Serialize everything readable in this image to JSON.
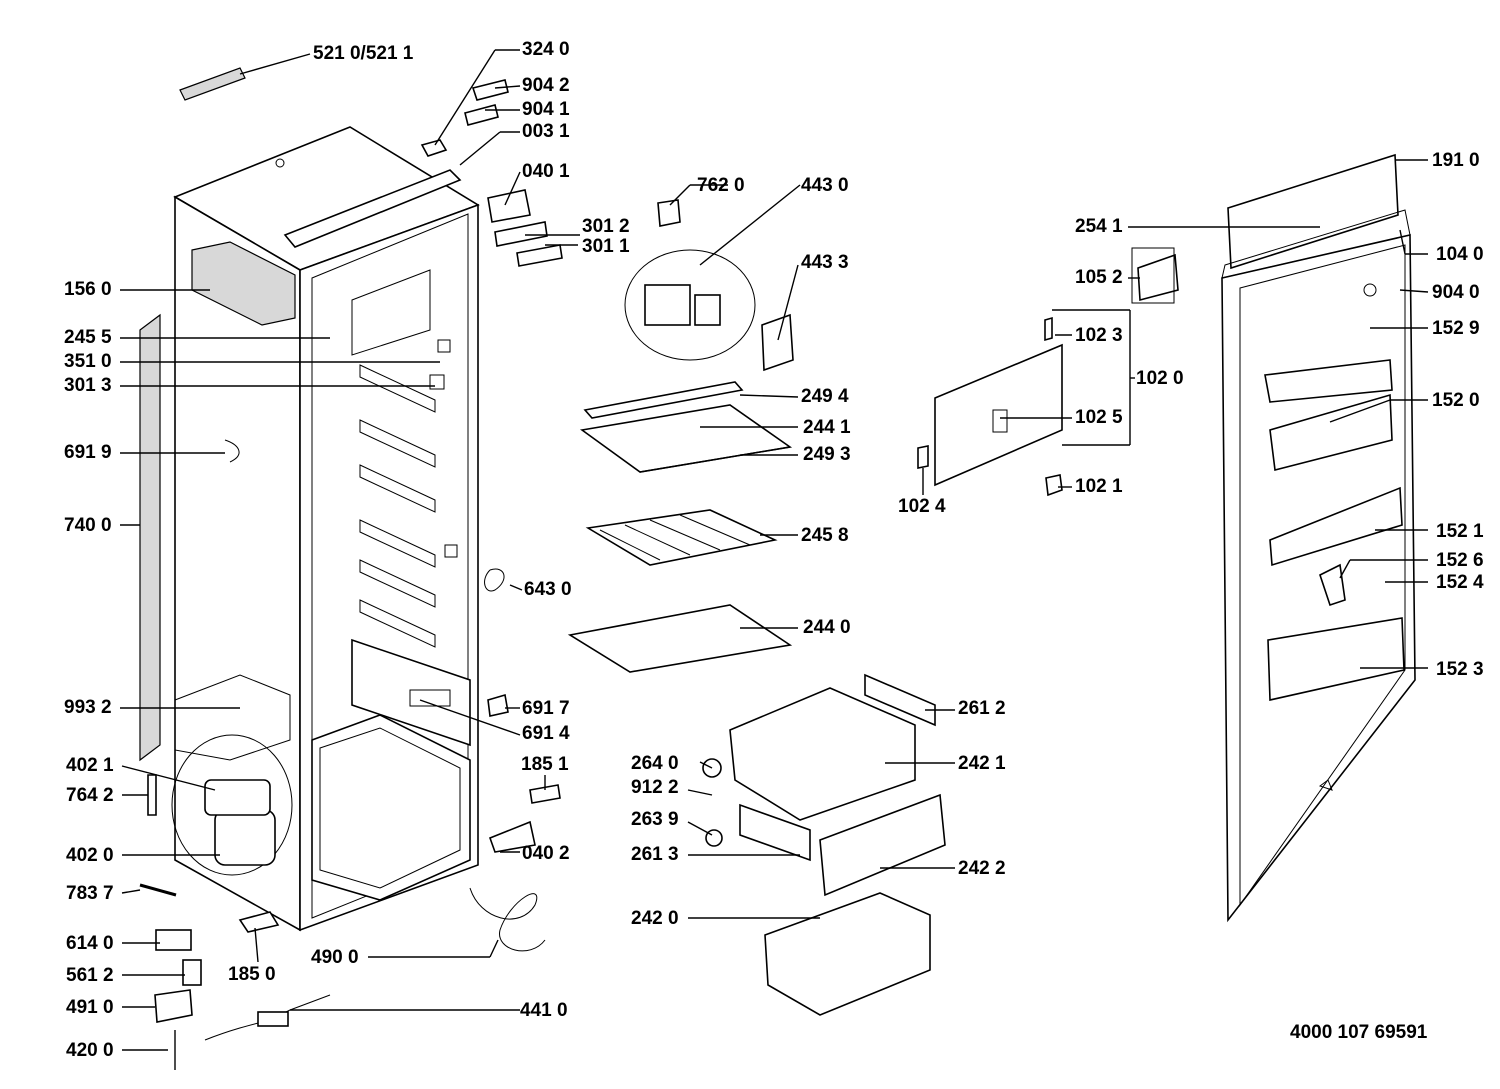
{
  "document_number": "4000 107 69591",
  "labels": {
    "l5210": "521 0/521 1",
    "l3240": "324 0",
    "l9042": "904 2",
    "l9041": "904 1",
    "l0031": "003 1",
    "l0401": "040 1",
    "l3012": "301 2",
    "l3011": "301 1",
    "l1560": "156 0",
    "l2455": "245 5",
    "l3510": "351 0",
    "l3013": "301 3",
    "l6919": "691 9",
    "l7400": "740 0",
    "l9932": "993 2",
    "l4021": "402 1",
    "l7642": "764 2",
    "l4020": "402 0",
    "l7837": "783 7",
    "l6140": "614 0",
    "l5612": "561 2",
    "l4910": "491 0",
    "l4200": "420 0",
    "l1850": "185 0",
    "l4900": "490 0",
    "l4410": "441 0",
    "l6430": "643 0",
    "l6917": "691 7",
    "l6914": "691 4",
    "l1851": "185 1",
    "l0402": "040 2",
    "l7620": "762 0",
    "l4430": "443 0",
    "l4433": "443 3",
    "l2494": "249 4",
    "l2441": "244 1",
    "l2493": "249 3",
    "l2458": "245 8",
    "l2440": "244 0",
    "l2612": "261 2",
    "l2640": "264 0",
    "l2421": "242 1",
    "l9122": "912 2",
    "l2639": "263 9",
    "l2613": "261 3",
    "l2422": "242 2",
    "l2420": "242 0",
    "l2541": "254 1",
    "l1052": "105 2",
    "l1023": "102 3",
    "l1020": "102 0",
    "l1025": "102 5",
    "l1024": "102 4",
    "l1021": "102 1",
    "l1910": "191 0",
    "l1040": "104 0",
    "l9040": "904 0",
    "l1529": "152 9",
    "l1520": "152 0",
    "l1521": "152 1",
    "l1526": "152 6",
    "l1524": "152 4",
    "l1523": "152 3"
  }
}
